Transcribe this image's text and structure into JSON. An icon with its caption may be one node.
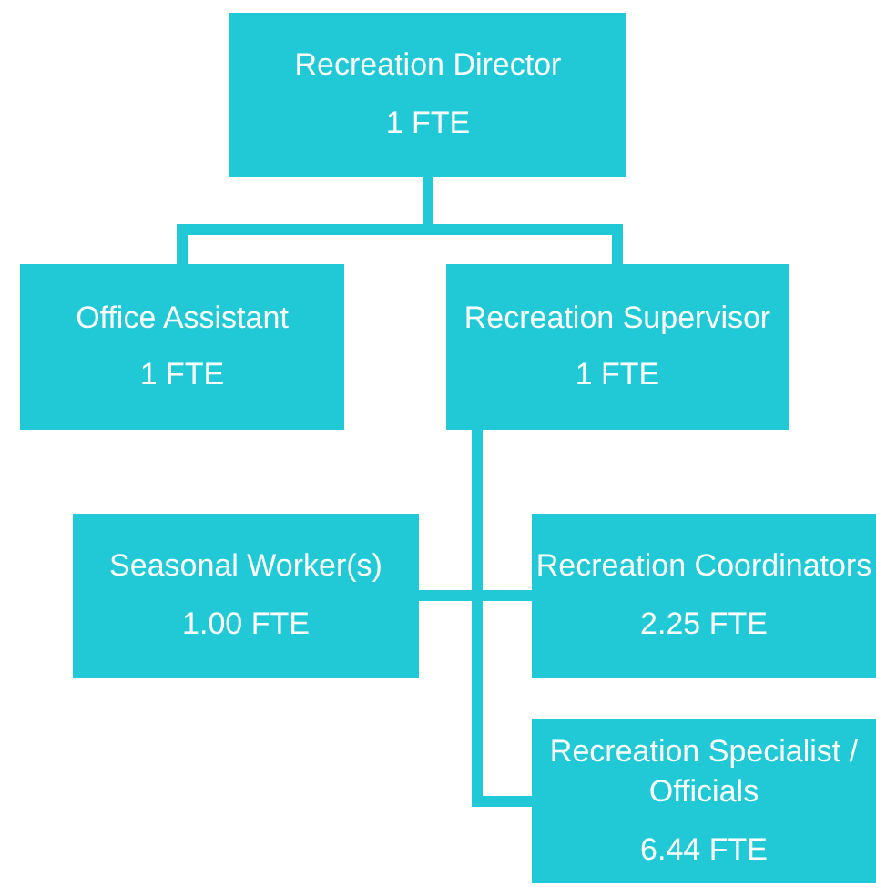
{
  "diagram": {
    "nodes": [
      {
        "text": [
          "Recreation Director",
          "1 FTE"
        ]
      },
      {
        "text": [
          "Office Assistant",
          "1 FTE"
        ]
      },
      {
        "text": [
          "Recreation Supervisor",
          "1 FTE"
        ]
      },
      {
        "text": [
          "Seasonal Worker(s)",
          "1.00 FTE"
        ]
      },
      {
        "text": [
          "Recreation Coordinators",
          "2.25 FTE"
        ]
      },
      {
        "text": [
          "Recreation Specialist / Officials",
          "6.44 FTE"
        ]
      }
    ],
    "edges": [
      {
        "from": 0,
        "to": 1,
        "arrow": "none"
      },
      {
        "from": 0,
        "to": 2,
        "arrow": "none"
      },
      {
        "from": 2,
        "to": 3,
        "arrow": "none"
      },
      {
        "from": 2,
        "to": 4,
        "arrow": "none"
      },
      {
        "from": 2,
        "to": 5,
        "arrow": "none"
      }
    ]
  }
}
